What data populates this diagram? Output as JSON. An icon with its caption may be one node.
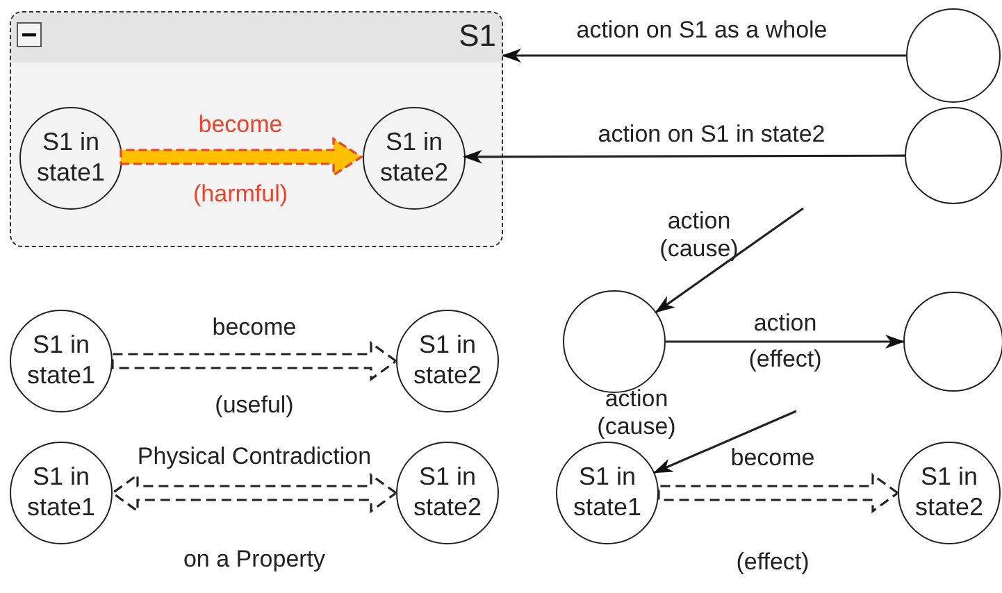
{
  "diagram": {
    "nodes": [
      {
        "text": [
          "S1"
        ]
      },
      {
        "text": [
          "S1 in state1"
        ],
        "in": 0
      },
      {
        "text": [
          "S1 in state2"
        ],
        "in": 0
      },
      {
        "text": [],
        "shape": "circle"
      },
      {
        "text": [],
        "shape": "circle"
      },
      {
        "text": [
          "S1 in state1"
        ]
      },
      {
        "text": [
          "S1 in state2"
        ]
      },
      {
        "text": [
          "S1 in state1"
        ]
      },
      {
        "text": [
          "S1 in state2"
        ]
      },
      {
        "text": [],
        "shape": "circle"
      },
      {
        "text": [],
        "shape": "circle"
      },
      {
        "text": [
          "S1 in state1"
        ]
      },
      {
        "text": [
          "S1 in state2"
        ]
      }
    ],
    "edges": [
      {
        "from": 3,
        "to": 0,
        "arrow": "to",
        "label": "action on S1 as a whole"
      },
      {
        "from": 4,
        "to": 2,
        "arrow": "to",
        "label": "action on S1 in state2"
      },
      {
        "from": 1,
        "to": 2,
        "arrow": "to",
        "label": "become",
        "style": "thick",
        "color": "#ffc000"
      },
      {
        "from": 5,
        "to": 6,
        "arrow": "to",
        "label": "become",
        "style": "dashed"
      },
      {
        "from": 7,
        "to": 8,
        "arrow": "both",
        "label": "Physical Contradiction",
        "style": "dashed"
      },
      {
        "from": null,
        "to": 9,
        "arrow": "to",
        "label": "action (cause)"
      },
      {
        "from": 9,
        "to": 10,
        "arrow": "to",
        "label": "action"
      },
      {
        "from": null,
        "to": 11,
        "arrow": "to",
        "label": "action (cause)"
      },
      {
        "from": 11,
        "to": 12,
        "arrow": "to",
        "label": "become",
        "style": "dashed"
      }
    ],
    "labels": [
      "(harmful)",
      "(effect)",
      "(useful)",
      "on a Property",
      "(effect)"
    ]
  }
}
